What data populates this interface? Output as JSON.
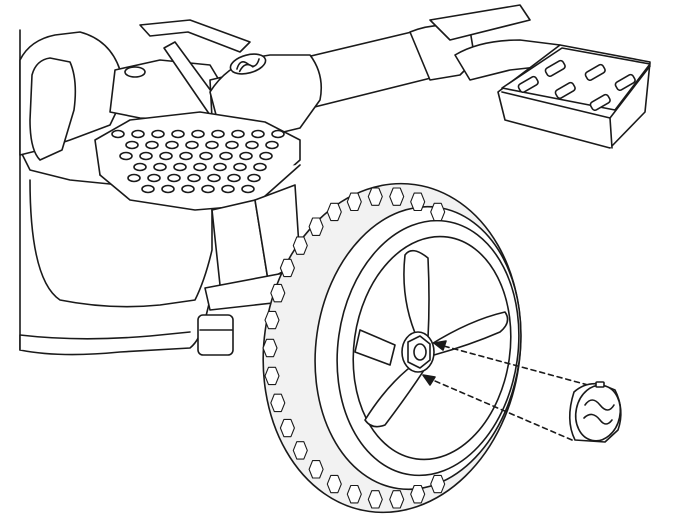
{
  "figure": {
    "kind": "assembly line drawing",
    "colors": {
      "line": "#1a1a1a",
      "fill": "#ffffff",
      "tread_shade": "#f2f2f2"
    },
    "parts": {
      "frame": "vehicle-frame",
      "steering": "steering-column",
      "footrest": "perforated-footrest",
      "pedal": "pedal",
      "wheel": "front-wheel",
      "tire": "hex-tread-tire",
      "nut": "axle-nut",
      "cap": "hub-cap",
      "arrows": "assembly-direction-arrows"
    },
    "logos": [
      "swirl-logo-on-column",
      "swirl-logo-on-cap"
    ]
  }
}
